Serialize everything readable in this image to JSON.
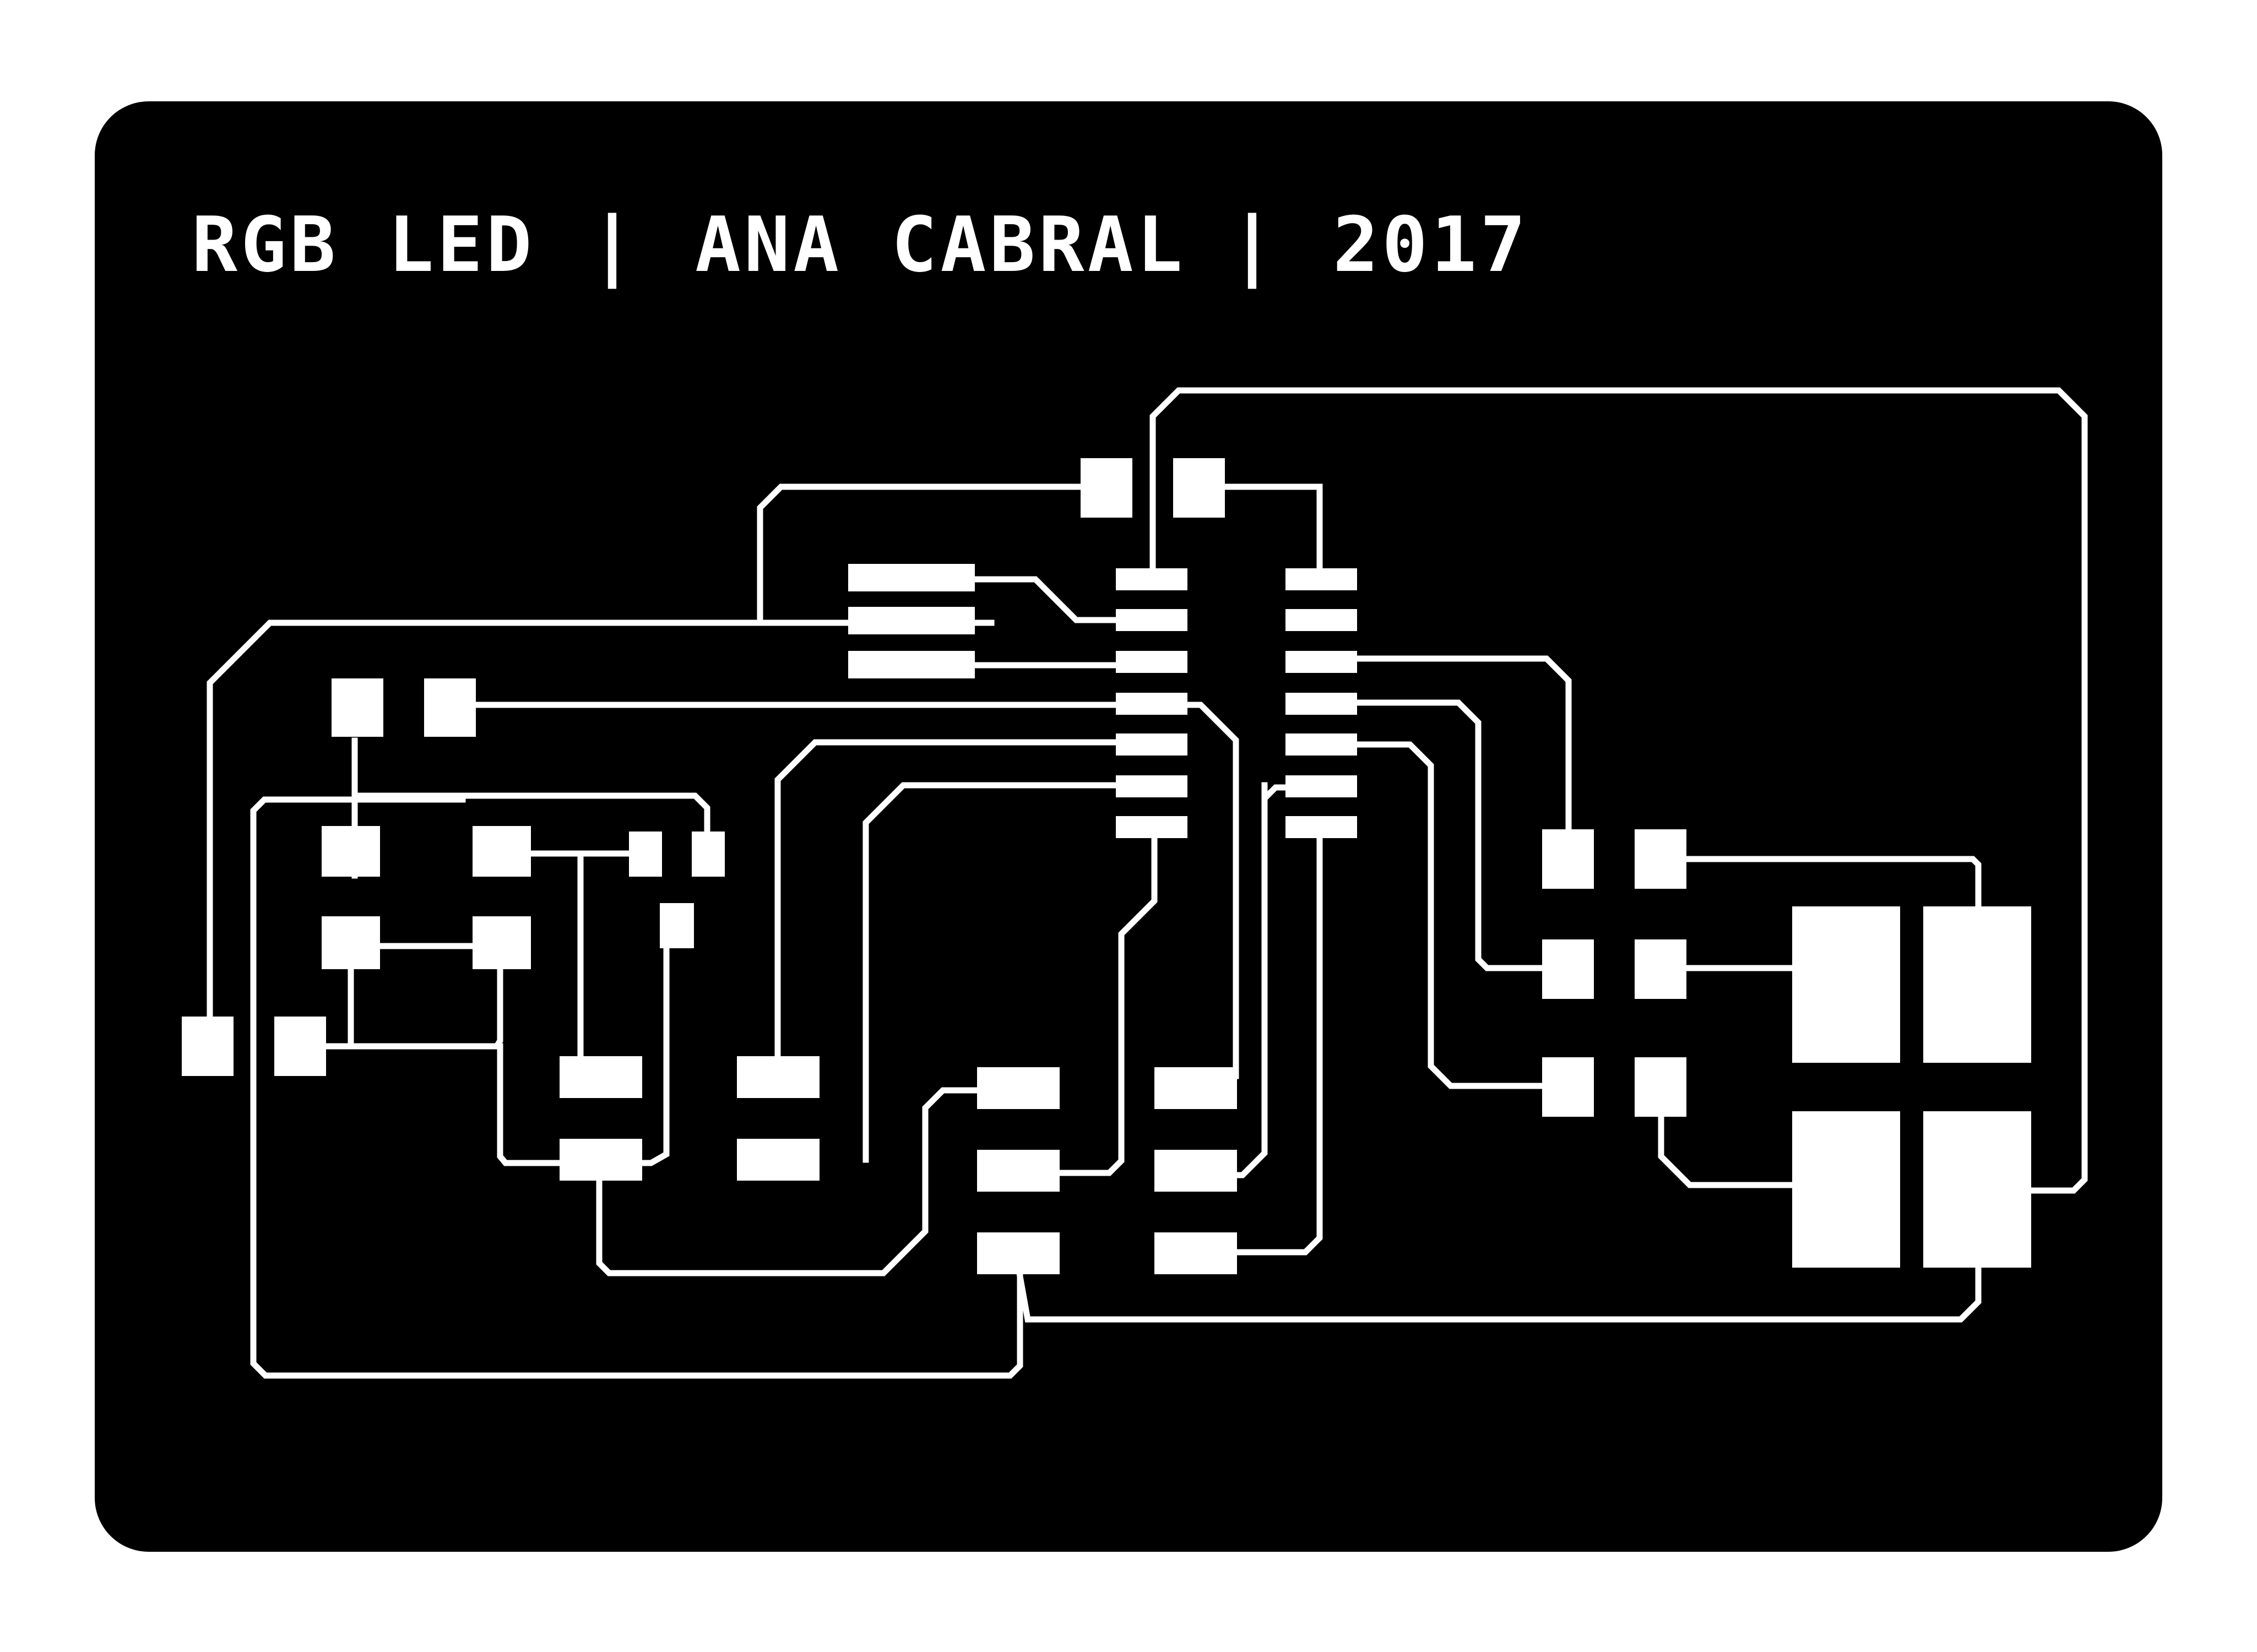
{
  "board": {
    "title_segments": [
      "RGB LED",
      "ANA CABRAL",
      "2017"
    ],
    "separator": "|",
    "colors": {
      "substrate": "#000000",
      "copper": "#ffffff",
      "background": "#ffffff"
    }
  }
}
